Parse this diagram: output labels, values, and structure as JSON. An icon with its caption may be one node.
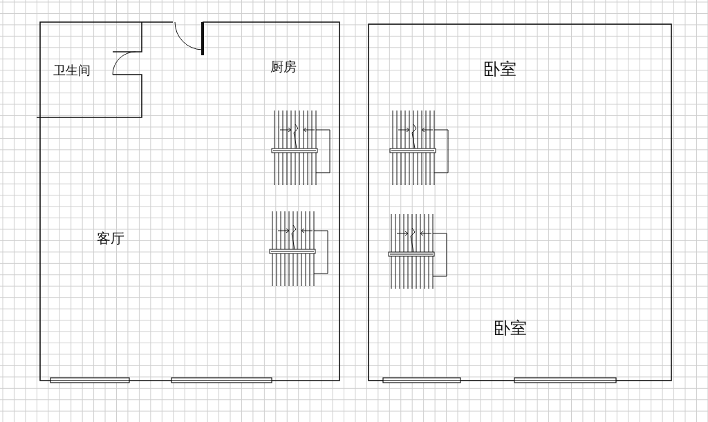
{
  "diagram": {
    "labels": [
      "卫生间",
      "厨房",
      "客厅",
      "卧室",
      "卧室"
    ]
  }
}
